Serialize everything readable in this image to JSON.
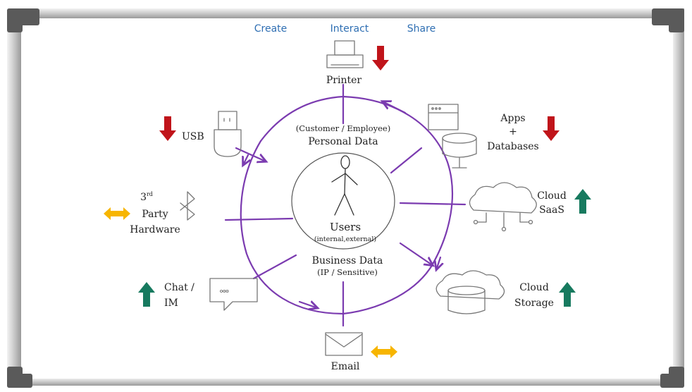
{
  "header": {
    "create": "Create",
    "interact": "Interact",
    "share": "Share"
  },
  "center": {
    "personal_top": "(Customer / Employee)",
    "personal_bottom": "Personal Data",
    "users": "Users",
    "users_sub": "(internal,external)",
    "business_top": "Business Data",
    "business_bottom": "(IP / Sensitive)"
  },
  "channels": {
    "printer": "Printer",
    "usb": "USB",
    "apps": "Apps",
    "apps_plus": "+",
    "databases": "Databases",
    "hw_num": "3",
    "hw_sup": "rd",
    "hw_party": "Party",
    "hw_hardware": "Hardware",
    "cloud_saas_1": "Cloud",
    "cloud_saas_2": "SaaS",
    "chat_1": "Chat /",
    "chat_2": "IM",
    "cloud_storage_1": "Cloud",
    "cloud_storage_2": "Storage",
    "email": "Email",
    "chat_dots": "ooo"
  },
  "arrow_colors": {
    "down": "#c0141a",
    "up": "#177a5f",
    "both": "#f7b500"
  },
  "arrow_icons": {
    "printer": "arrow-down-icon",
    "usb": "arrow-down-icon",
    "apps": "arrow-down-icon",
    "hardware": "arrow-left-right-icon",
    "cloud_saas": "arrow-up-icon",
    "chat": "arrow-up-icon",
    "cloud_storage": "arrow-up-icon",
    "email": "arrow-left-right-icon"
  }
}
